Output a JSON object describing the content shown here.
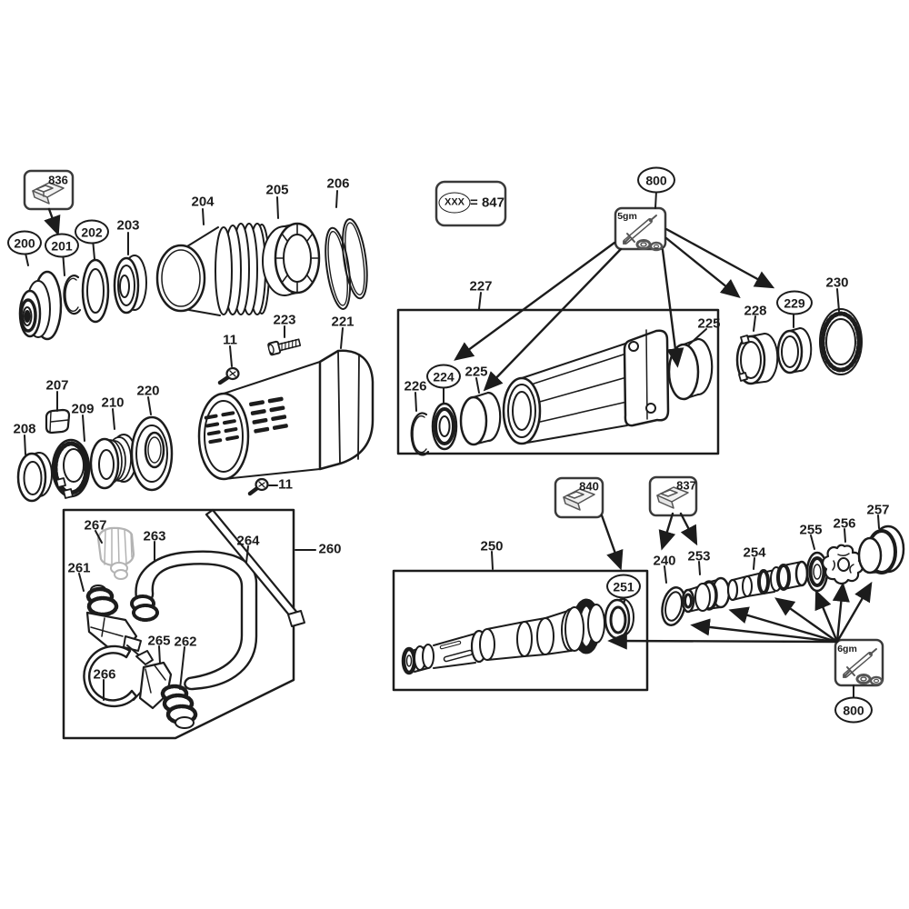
{
  "title": "power-tool exploded parts diagram",
  "colors": {
    "line": "#1c1c1c",
    "box_stroke": "#3a3a3a",
    "muted_part": "#b3b3b3",
    "icon_stroke": "#555555",
    "background": "#ffffff"
  },
  "legend": {
    "xxx": "XXX",
    "equals": "= 847"
  },
  "kit_boxes": {
    "b836": "836",
    "b840": "840",
    "b837": "837"
  },
  "grease_boxes": {
    "g5": "5gm",
    "g6": "6gm",
    "ref800_top": "800",
    "ref800_bottom": "800"
  },
  "icons": {
    "kit": "bracket-plate-icon",
    "grease": "grease-gun-icon"
  },
  "callouts": {
    "l200": "200",
    "l201": "201",
    "l202": "202",
    "l203": "203",
    "l204": "204",
    "l205": "205",
    "l206": "206",
    "l207": "207",
    "l208": "208",
    "l209": "209",
    "l210": "210",
    "l220": "220",
    "l221": "221",
    "l223": "223",
    "l11a": "11",
    "l11b": "11",
    "l224": "224",
    "l225a": "225",
    "l225b": "225",
    "l226": "226",
    "l227": "227",
    "l228": "228",
    "l229": "229",
    "l230": "230",
    "l240": "240",
    "l250": "250",
    "l251": "251",
    "l253": "253",
    "l254": "254",
    "l255": "255",
    "l256": "256",
    "l257": "257",
    "l260": "260",
    "l261": "261",
    "l262": "262",
    "l263": "263",
    "l264": "264",
    "l265": "265",
    "l266": "266",
    "l267": "267"
  }
}
